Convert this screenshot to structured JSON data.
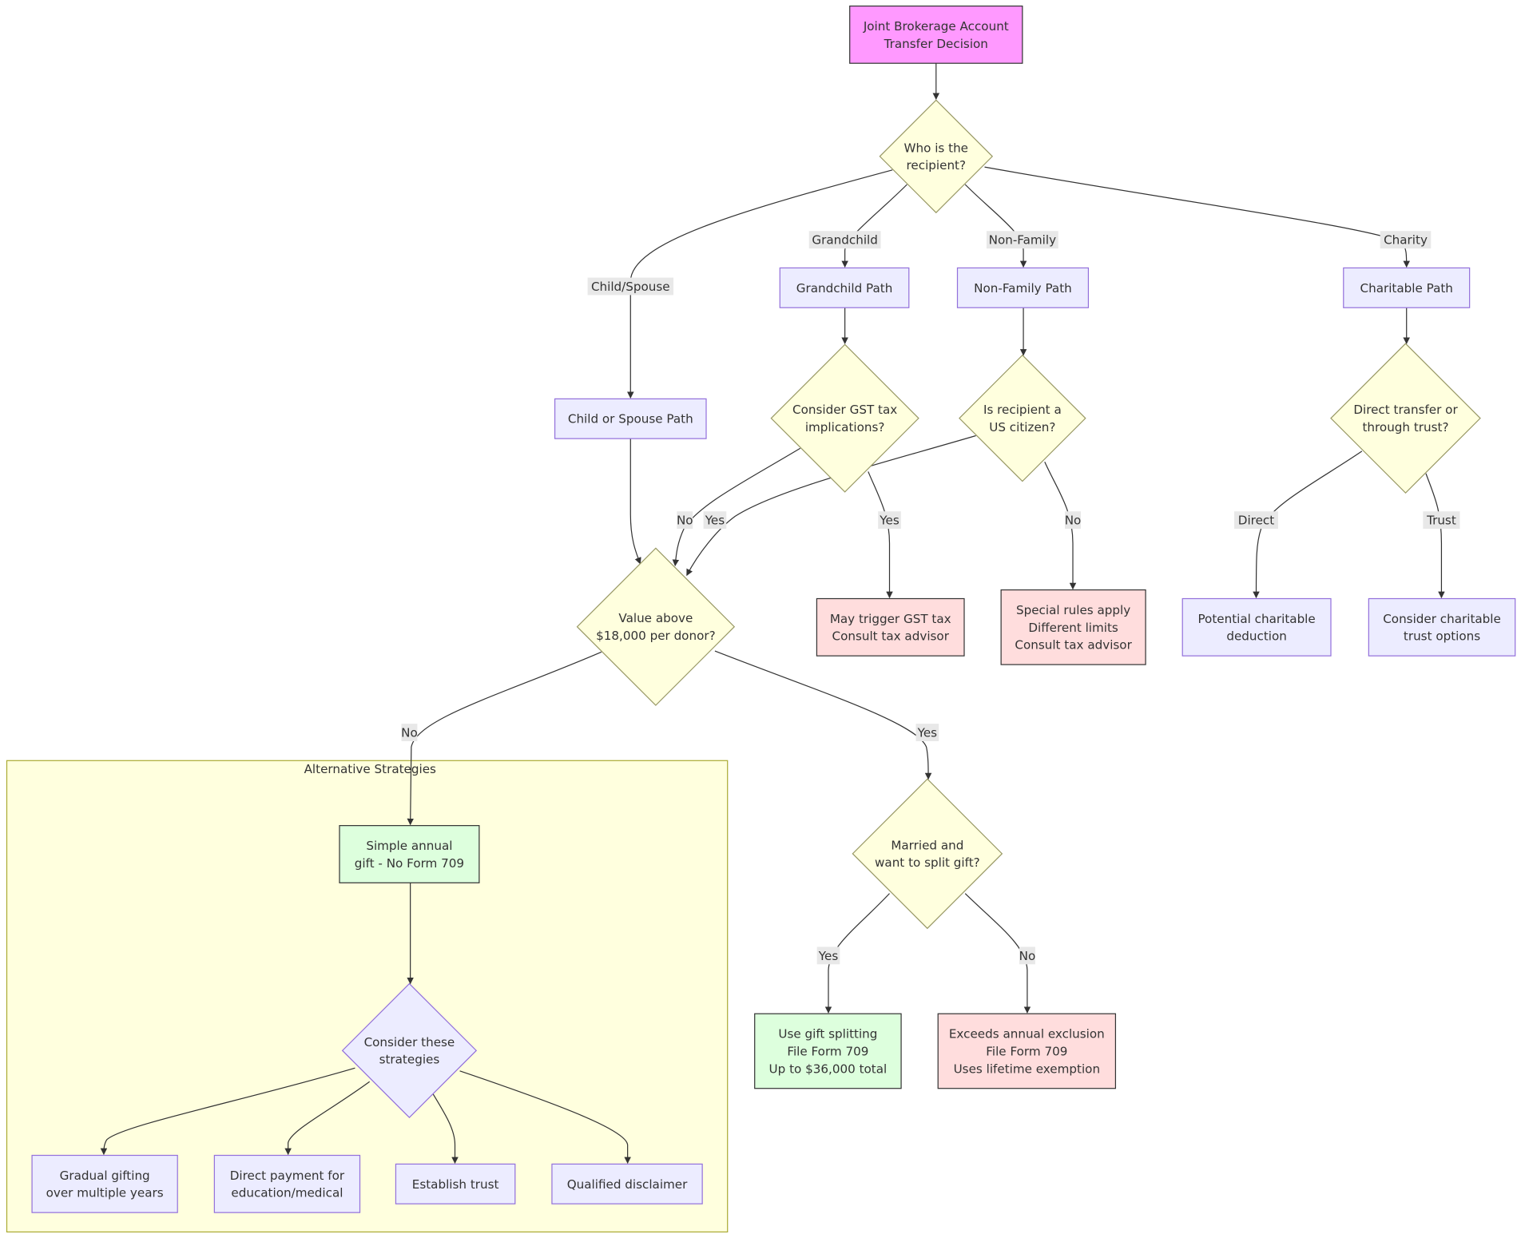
{
  "diagram": {
    "title": "Joint Brokerage Account Transfer Decision",
    "colors": {
      "start_fill": "#ff99ff",
      "start_stroke": "#333333",
      "decision_fill": "#ffffde",
      "decision_stroke": "#aaaa33",
      "process_fill": "#ececff",
      "process_stroke": "#9370db",
      "success_fill": "#dfd",
      "success_stroke": "#333333",
      "warning_fill": "#fdd",
      "warning_stroke": "#333333",
      "subgraph_fill": "#ffffde",
      "subgraph_stroke": "#aaaa33"
    },
    "subgraph": {
      "id": "alt",
      "label": "Alternative Strategies"
    },
    "nodes": [
      {
        "id": "start",
        "shape": "rect",
        "style": "start",
        "lines": [
          "Joint Brokerage Account",
          "Transfer Decision"
        ]
      },
      {
        "id": "who",
        "shape": "diamond",
        "style": "decision",
        "lines": [
          "Who is the",
          "recipient?"
        ]
      },
      {
        "id": "child",
        "shape": "rect",
        "style": "process",
        "lines": [
          "Child or Spouse Path"
        ]
      },
      {
        "id": "grand",
        "shape": "rect",
        "style": "process",
        "lines": [
          "Grandchild Path"
        ]
      },
      {
        "id": "nonfam",
        "shape": "rect",
        "style": "process",
        "lines": [
          "Non-Family Path"
        ]
      },
      {
        "id": "charity",
        "shape": "rect",
        "style": "process",
        "lines": [
          "Charitable Path"
        ]
      },
      {
        "id": "gst",
        "shape": "diamond",
        "style": "decision",
        "lines": [
          "Consider GST tax",
          "implications?"
        ]
      },
      {
        "id": "citizen",
        "shape": "diamond",
        "style": "decision",
        "lines": [
          "Is recipient a",
          "US citizen?"
        ]
      },
      {
        "id": "direct",
        "shape": "diamond",
        "style": "decision",
        "lines": [
          "Direct transfer or",
          "through trust?"
        ]
      },
      {
        "id": "value",
        "shape": "diamond",
        "style": "decision",
        "lines": [
          "Value above",
          "$18,000 per donor?"
        ]
      },
      {
        "id": "gsttax",
        "shape": "rect",
        "style": "warning",
        "lines": [
          "May trigger GST tax",
          "Consult tax advisor"
        ]
      },
      {
        "id": "special",
        "shape": "rect",
        "style": "warning",
        "lines": [
          "Special rules apply",
          "Different limits",
          "Consult tax advisor"
        ]
      },
      {
        "id": "deduction",
        "shape": "rect",
        "style": "process",
        "lines": [
          "Potential charitable",
          "deduction"
        ]
      },
      {
        "id": "ctrust",
        "shape": "rect",
        "style": "process",
        "lines": [
          "Consider charitable",
          "trust options"
        ]
      },
      {
        "id": "married",
        "shape": "diamond",
        "style": "decision",
        "lines": [
          "Married and",
          "want to split gift?"
        ]
      },
      {
        "id": "split",
        "shape": "rect",
        "style": "success",
        "lines": [
          "Use gift splitting",
          "File Form 709",
          "Up to $36,000 total"
        ]
      },
      {
        "id": "exceeds",
        "shape": "rect",
        "style": "warning",
        "lines": [
          "Exceeds annual exclusion",
          "File Form 709",
          "Uses lifetime exemption"
        ]
      },
      {
        "id": "simple",
        "shape": "rect",
        "style": "success",
        "lines": [
          "Simple annual",
          "gift - No Form 709"
        ]
      },
      {
        "id": "strategies",
        "shape": "diamond",
        "style": "process",
        "lines": [
          "Consider these",
          "strategies"
        ]
      },
      {
        "id": "gradual",
        "shape": "rect",
        "style": "process",
        "lines": [
          "Gradual gifting",
          "over multiple years"
        ]
      },
      {
        "id": "payment",
        "shape": "rect",
        "style": "process",
        "lines": [
          "Direct payment for",
          "education/medical"
        ]
      },
      {
        "id": "trust",
        "shape": "rect",
        "style": "process",
        "lines": [
          "Establish trust"
        ]
      },
      {
        "id": "disclaimer",
        "shape": "rect",
        "style": "process",
        "lines": [
          "Qualified disclaimer"
        ]
      }
    ],
    "edges": [
      {
        "from": "start",
        "to": "who",
        "label": ""
      },
      {
        "from": "who",
        "to": "child",
        "label": "Child/Spouse"
      },
      {
        "from": "who",
        "to": "grand",
        "label": "Grandchild"
      },
      {
        "from": "who",
        "to": "nonfam",
        "label": "Non-Family"
      },
      {
        "from": "who",
        "to": "charity",
        "label": "Charity"
      },
      {
        "from": "grand",
        "to": "gst",
        "label": ""
      },
      {
        "from": "nonfam",
        "to": "citizen",
        "label": ""
      },
      {
        "from": "charity",
        "to": "direct",
        "label": ""
      },
      {
        "from": "child",
        "to": "value",
        "label": ""
      },
      {
        "from": "gst",
        "to": "value",
        "label": "No"
      },
      {
        "from": "citizen",
        "to": "value",
        "label": "Yes"
      },
      {
        "from": "gst",
        "to": "gsttax",
        "label": "Yes"
      },
      {
        "from": "citizen",
        "to": "special",
        "label": "No"
      },
      {
        "from": "direct",
        "to": "deduction",
        "label": "Direct"
      },
      {
        "from": "direct",
        "to": "ctrust",
        "label": "Trust"
      },
      {
        "from": "value",
        "to": "simple",
        "label": "No"
      },
      {
        "from": "value",
        "to": "married",
        "label": "Yes"
      },
      {
        "from": "married",
        "to": "split",
        "label": "Yes"
      },
      {
        "from": "married",
        "to": "exceeds",
        "label": "No"
      },
      {
        "from": "simple",
        "to": "strategies",
        "label": ""
      },
      {
        "from": "strategies",
        "to": "gradual",
        "label": ""
      },
      {
        "from": "strategies",
        "to": "payment",
        "label": ""
      },
      {
        "from": "strategies",
        "to": "trust",
        "label": ""
      },
      {
        "from": "strategies",
        "to": "disclaimer",
        "label": ""
      }
    ]
  }
}
